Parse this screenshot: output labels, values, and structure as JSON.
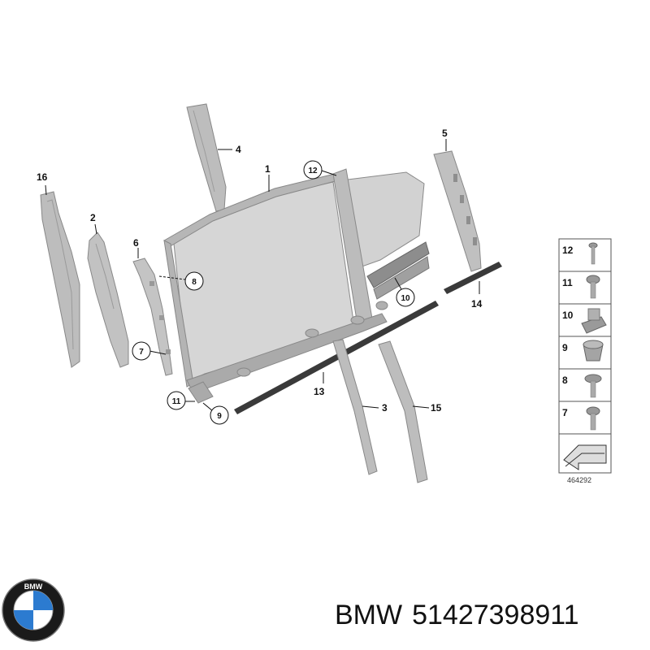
{
  "diagram": {
    "callouts": {
      "p1": "1",
      "p2": "2",
      "p3": "3",
      "p4": "4",
      "p5": "5",
      "p6": "6",
      "p7": "7",
      "p8": "8",
      "p9": "9",
      "p10": "10",
      "p11": "11",
      "p12": "12",
      "p13": "13",
      "p14": "14",
      "p15": "15",
      "p16": "16"
    },
    "legend": {
      "items": [
        "12",
        "11",
        "10",
        "9",
        "8",
        "7"
      ],
      "diagram_id": "464292"
    },
    "colors": {
      "part_fill": "#b9b9b9",
      "part_stroke": "#8a8a8a",
      "glass": "#dcdcdc",
      "seal": "#3a3a3a"
    }
  },
  "brand": {
    "name": "BMW",
    "part_number": "51427398911",
    "logo_text": "BMW"
  }
}
